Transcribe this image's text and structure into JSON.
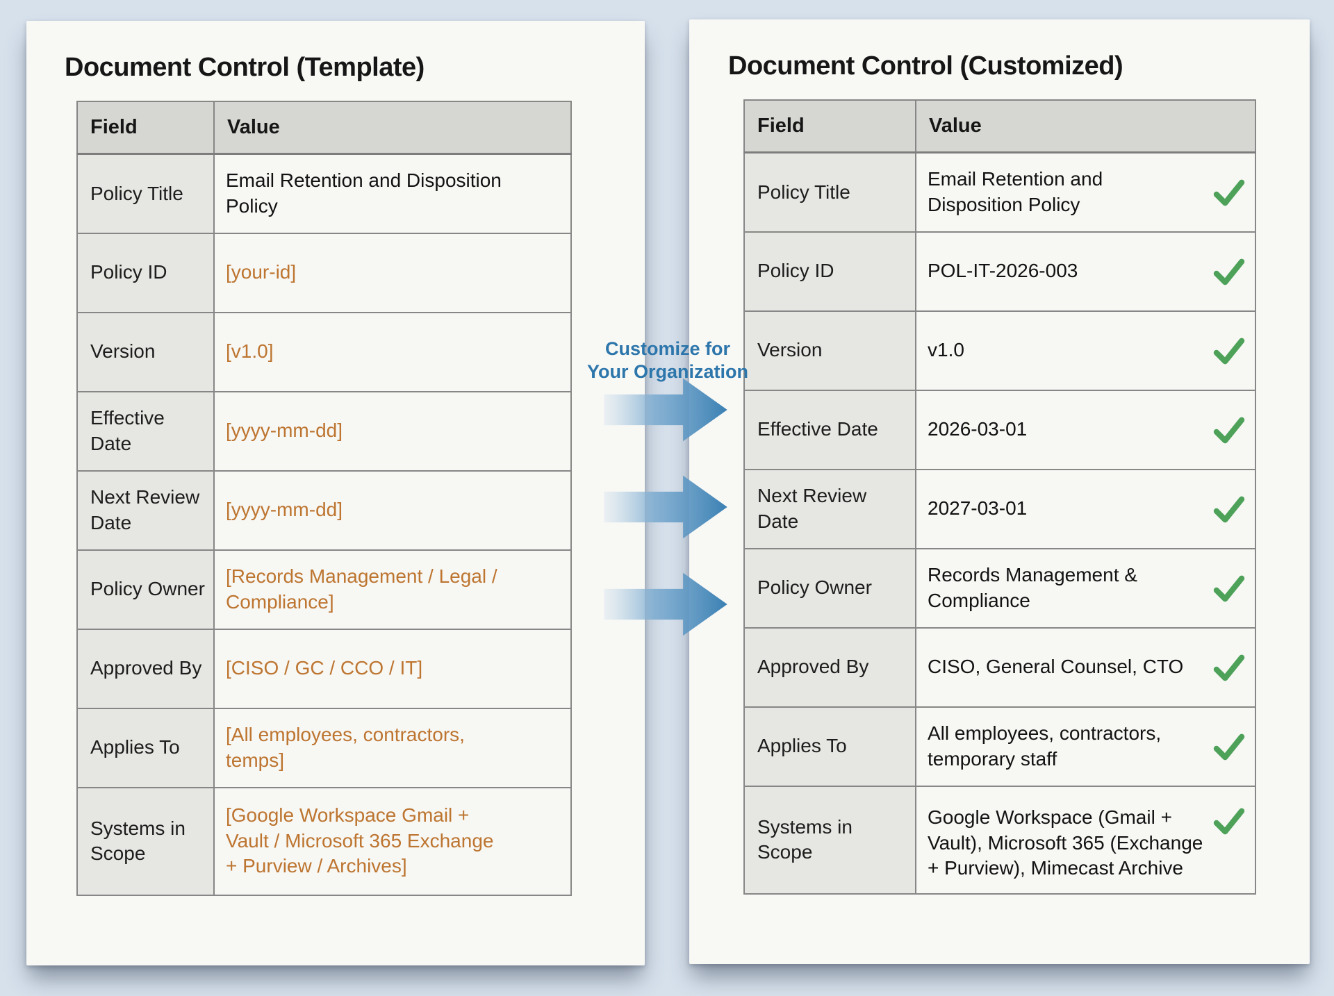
{
  "left_panel": {
    "title": "Document Control (Template)",
    "table": {
      "headers": [
        "Field",
        "Value"
      ],
      "rows": [
        {
          "field": "Policy Title",
          "value": "Email Retention and Disposition\nPolicy",
          "placeholder": false
        },
        {
          "field": "Policy ID",
          "value": "[your-id]",
          "placeholder": true
        },
        {
          "field": "Version",
          "value": "[v1.0]",
          "placeholder": true
        },
        {
          "field": "Effective Date",
          "value": "[yyyy-mm-dd]",
          "placeholder": true
        },
        {
          "field": "Next Review\nDate",
          "value": "[yyyy-mm-dd]",
          "placeholder": true
        },
        {
          "field": "Policy Owner",
          "value": "[Records Management / Legal /\nCompliance]",
          "placeholder": true
        },
        {
          "field": "Approved By",
          "value": "[CISO / GC / CCO / IT]",
          "placeholder": true
        },
        {
          "field": "Applies To",
          "value": "[All employees, contractors,\ntemps]",
          "placeholder": true
        },
        {
          "field": "Systems in\nScope",
          "value": "[Google Workspace Gmail +\nVault / Microsoft 365 Exchange\n+ Purview / Archives]",
          "placeholder": true
        }
      ]
    }
  },
  "connector": {
    "label_line1": "Customize for",
    "label_line2": "Your Organization",
    "arrow_count": 3
  },
  "right_panel": {
    "title": "Document Control (Customized)",
    "table": {
      "headers": [
        "Field",
        "Value"
      ],
      "rows": [
        {
          "field": "Policy Title",
          "value": "Email Retention and\nDisposition Policy",
          "checked": true
        },
        {
          "field": "Policy ID",
          "value": "POL-IT-2026-003",
          "checked": true
        },
        {
          "field": "Version",
          "value": "v1.0",
          "checked": true
        },
        {
          "field": "Effective Date",
          "value": "2026-03-01",
          "checked": true
        },
        {
          "field": "Next Review\nDate",
          "value": "2027-03-01",
          "checked": true
        },
        {
          "field": "Policy Owner",
          "value": "Records Management &\nCompliance",
          "checked": true
        },
        {
          "field": "Approved By",
          "value": "CISO, General Counsel, CTO",
          "checked": true
        },
        {
          "field": "Applies To",
          "value": "All employees, contractors,\ntemporary staff",
          "checked": true
        },
        {
          "field": "Systems in\nScope",
          "value": "Google Workspace (Gmail +\nVault), Microsoft 365 (Exchange\n+ Purview), Mimecast Archive",
          "checked": true,
          "check_position": "top"
        }
      ]
    }
  },
  "colors": {
    "background": "#d7e1ec",
    "placeholder_orange": "#bd7530",
    "label_blue": "#2d76ab",
    "arrow_blue": "#3a80b3",
    "check_green": "#4da158"
  }
}
